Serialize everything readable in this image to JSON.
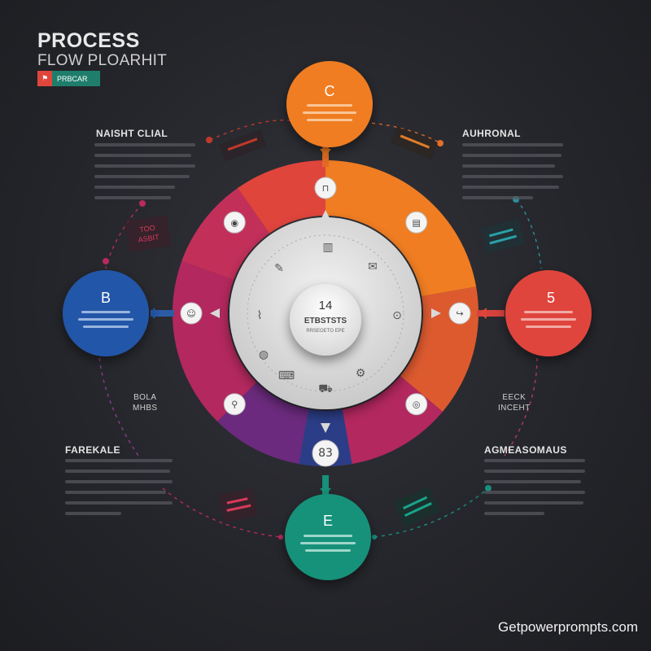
{
  "header": {
    "title": "PROCESS",
    "subtitle": "FLOW PLOARHIT",
    "tag": {
      "icon": "tag-icon",
      "label": "PRBCAR"
    }
  },
  "corner_labels": {
    "top_left": "NAISHT CLIAL",
    "top_right": "AUHRONAL",
    "bottom_left": "FAREKALE",
    "bottom_right": "AGMEASOMAUS"
  },
  "side_labels": {
    "left_upper": [
      "TOO",
      "ASBIT"
    ],
    "left_lower": [
      "BOLA",
      "MHBS"
    ],
    "right_lower": [
      "EECK",
      "INCEHT"
    ]
  },
  "nodes": {
    "top": {
      "letter": "C",
      "color": "#f07d22"
    },
    "left": {
      "letter": "B",
      "color": "#2457a8"
    },
    "right": {
      "letter": "5",
      "color": "#e0453c"
    },
    "bottom": {
      "letter": "E",
      "color": "#16917a"
    }
  },
  "center": {
    "number": "14",
    "title": "ETBSTSTS",
    "subtitle": "RRSEOETO EPE"
  },
  "ring_icons": {
    "top": "book-icon",
    "bottom": "83"
  },
  "colors": {
    "orange": "#f07d22",
    "red": "#e0453c",
    "magenta": "#b3285e",
    "purple": "#6b2a7d",
    "blue": "#2457a8",
    "teal": "#16917a"
  },
  "watermark": "Getpowerprompts.com"
}
